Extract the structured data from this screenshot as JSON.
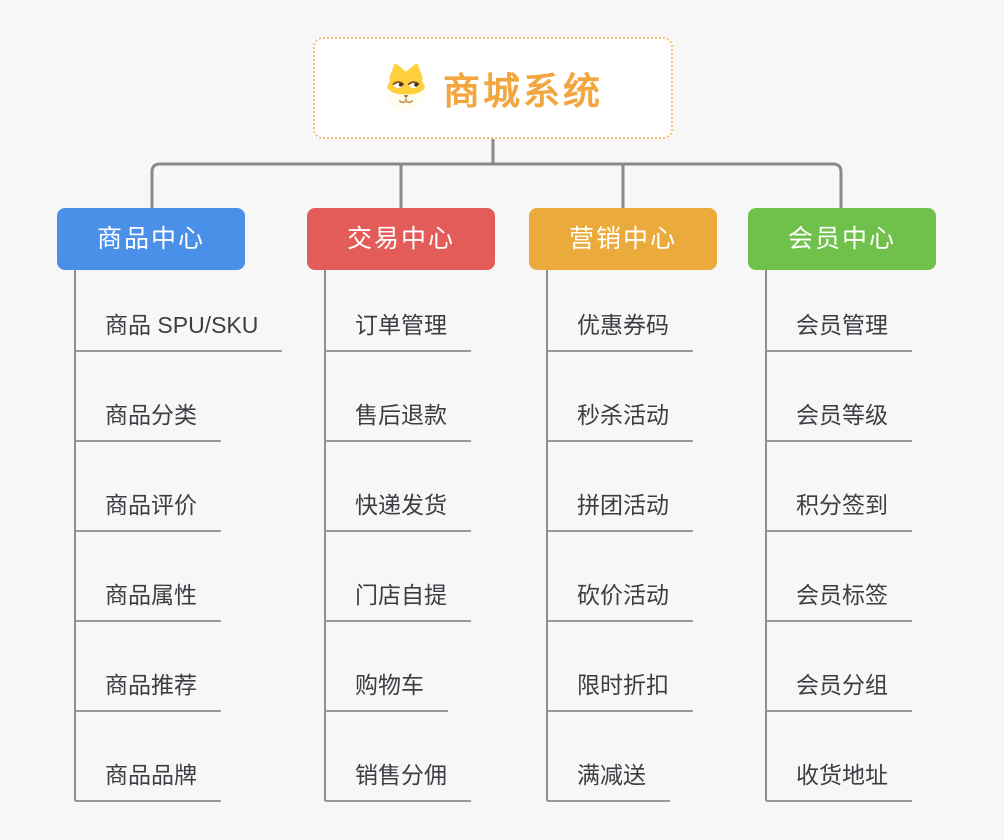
{
  "root": {
    "title": "商城系统",
    "title_color": "#F2A640",
    "icon": "dog-face-icon",
    "border_color": "#F5BD6F"
  },
  "colors": {
    "background": "#F7F7F7",
    "connector_line": "#8A8A8A",
    "leaf_underline": "#97999B",
    "leaf_text": "#3B3E43"
  },
  "branches": [
    {
      "label": "商品中心",
      "color": "#4A8FE8",
      "children": [
        "商品 SPU/SKU",
        "商品分类",
        "商品评价",
        "商品属性",
        "商品推荐",
        "商品品牌"
      ]
    },
    {
      "label": "交易中心",
      "color": "#E35C5A",
      "children": [
        "订单管理",
        "售后退款",
        "快递发货",
        "门店自提",
        "购物车",
        "销售分佣"
      ]
    },
    {
      "label": "营销中心",
      "color": "#EBAA3C",
      "children": [
        "优惠券码",
        "秒杀活动",
        "拼团活动",
        "砍价活动",
        "限时折扣",
        "满减送"
      ]
    },
    {
      "label": "会员中心",
      "color": "#70C14C",
      "children": [
        "会员管理",
        "会员等级",
        "积分签到",
        "会员标签",
        "会员分组",
        "收货地址"
      ]
    }
  ]
}
